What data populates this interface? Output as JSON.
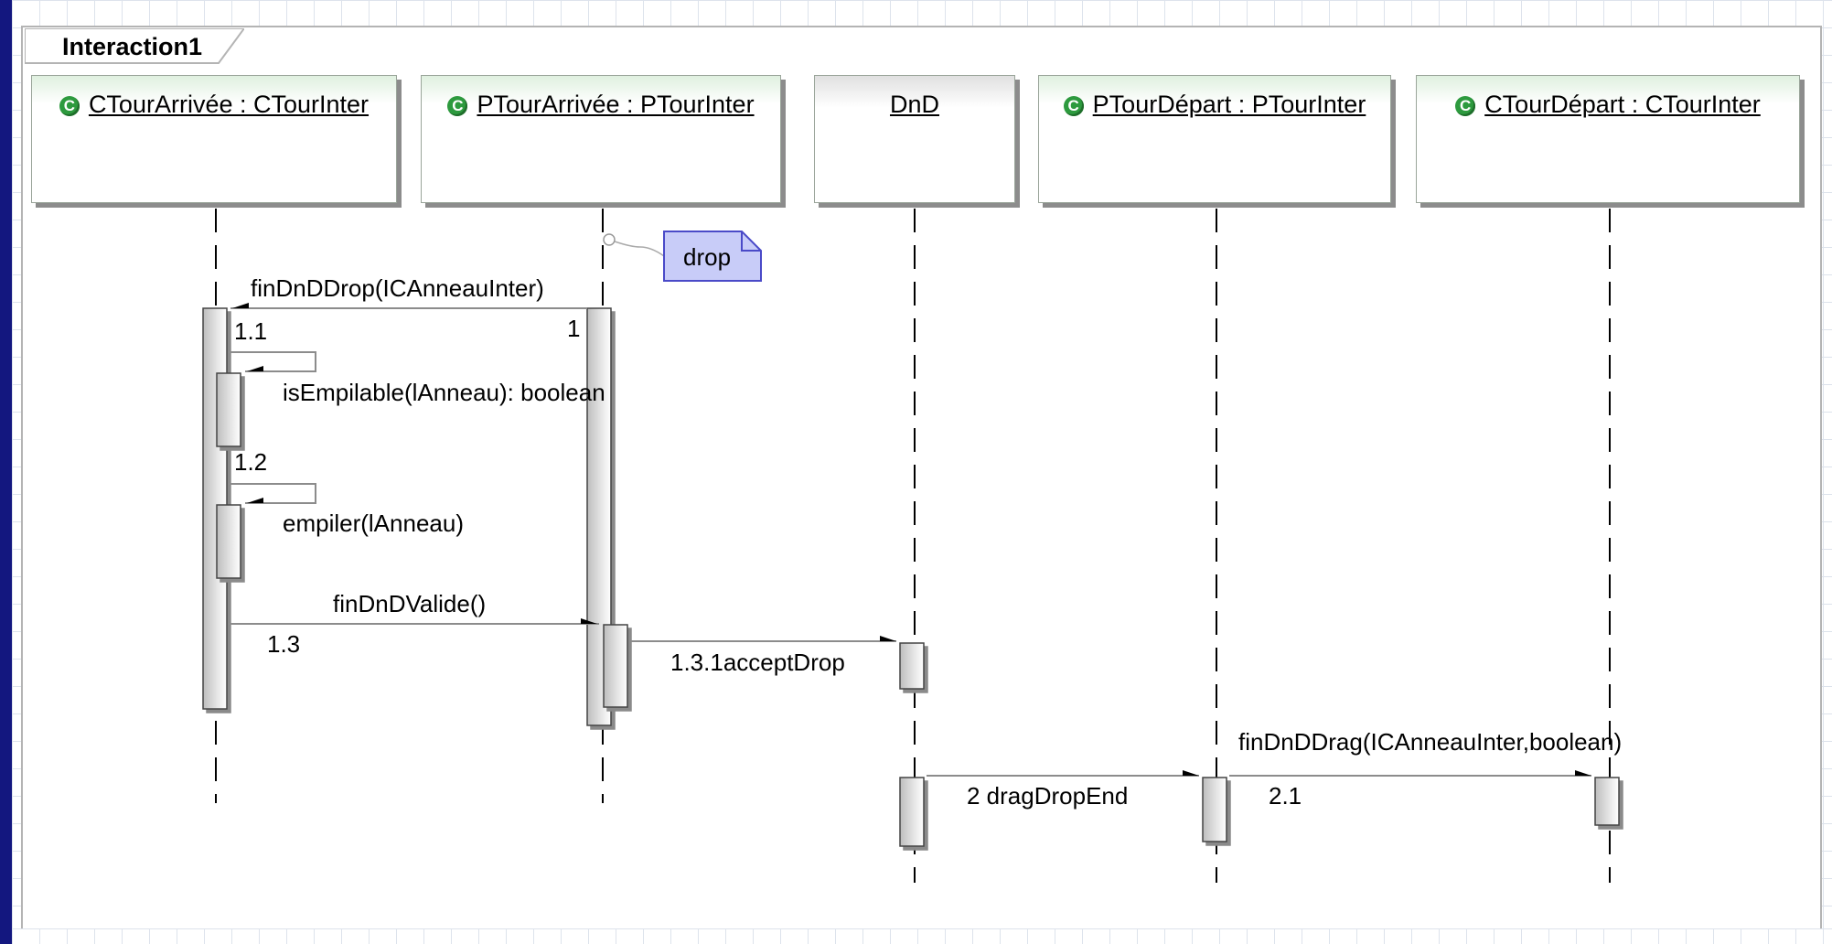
{
  "interaction": {
    "name": "Interaction1"
  },
  "lifelines": [
    {
      "id": "ctour-arrivee",
      "label": "CTourArrivée : CTourInter",
      "icon": "class-icon"
    },
    {
      "id": "ptour-arrivee",
      "label": "PTourArrivée : PTourInter",
      "icon": "class-icon"
    },
    {
      "id": "dnd",
      "label": "DnD",
      "icon": ""
    },
    {
      "id": "ptour-depart",
      "label": "PTourDépart : PTourInter",
      "icon": "class-icon"
    },
    {
      "id": "ctour-depart",
      "label": "CTourDépart : CTourInter",
      "icon": "class-icon"
    }
  ],
  "note": {
    "text": "drop",
    "color": "#c8ccf8"
  },
  "messages": [
    {
      "id": "m1",
      "text": "finDnDDrop(ICAnneauInter)",
      "number": "1"
    },
    {
      "id": "m11",
      "number": "1.1",
      "text": "isEmpilable(lAnneau): boolean"
    },
    {
      "id": "m12",
      "number": "1.2",
      "text": "empiler(lAnneau)"
    },
    {
      "id": "m13",
      "text": "finDnDValide()",
      "number": "1.3"
    },
    {
      "id": "m131",
      "text": "1.3.1acceptDrop"
    },
    {
      "id": "m2",
      "text": "2 dragDropEnd"
    },
    {
      "id": "m21",
      "text": "finDnDDrag(ICAnneauInter,boolean)",
      "number": "2.1"
    }
  ],
  "colors": {
    "background": "#13177f",
    "lifeline_header_gradient": "#dff0df",
    "class_icon": "#2d9a3e",
    "activation_fill": "#d4d4d4"
  }
}
